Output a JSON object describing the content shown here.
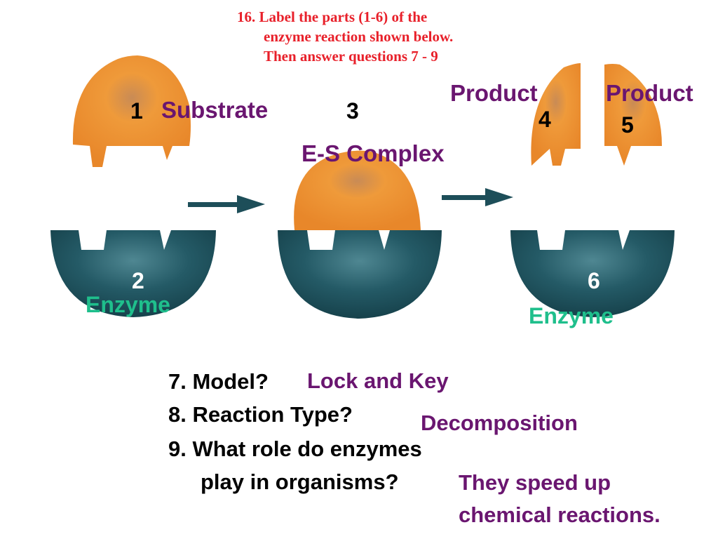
{
  "prompt": {
    "line1": "16. Label the parts (1-6) of the",
    "line2": "enzyme reaction shown below.",
    "line3": "Then answer questions 7 - 9"
  },
  "labels": {
    "n1": "1",
    "n2": "2",
    "n3": "3",
    "n4": "4",
    "n5": "5",
    "n6": "6",
    "substrate": "Substrate",
    "es_complex": "E-S Complex",
    "product_left": "Product",
    "product_right": "Product",
    "enzyme_left": "Enzyme",
    "enzyme_right": "Enzyme"
  },
  "questions": {
    "q7": "7. Model?",
    "q8": "8. Reaction Type?",
    "q9_line1": "9. What role do enzymes",
    "q9_line2": "play in organisms?"
  },
  "answers": {
    "a7": "Lock and Key",
    "a8": "Decomposition",
    "a9_line1": "They speed up",
    "a9_line2": "chemical reactions."
  },
  "colors": {
    "substrate": "#f09a2c",
    "enzyme": "#1d4e59",
    "arrow": "#1d4e59",
    "prompt_text": "#e8202a",
    "answer_text": "#6a1670",
    "enzyme_label": "#1fbf8c"
  }
}
